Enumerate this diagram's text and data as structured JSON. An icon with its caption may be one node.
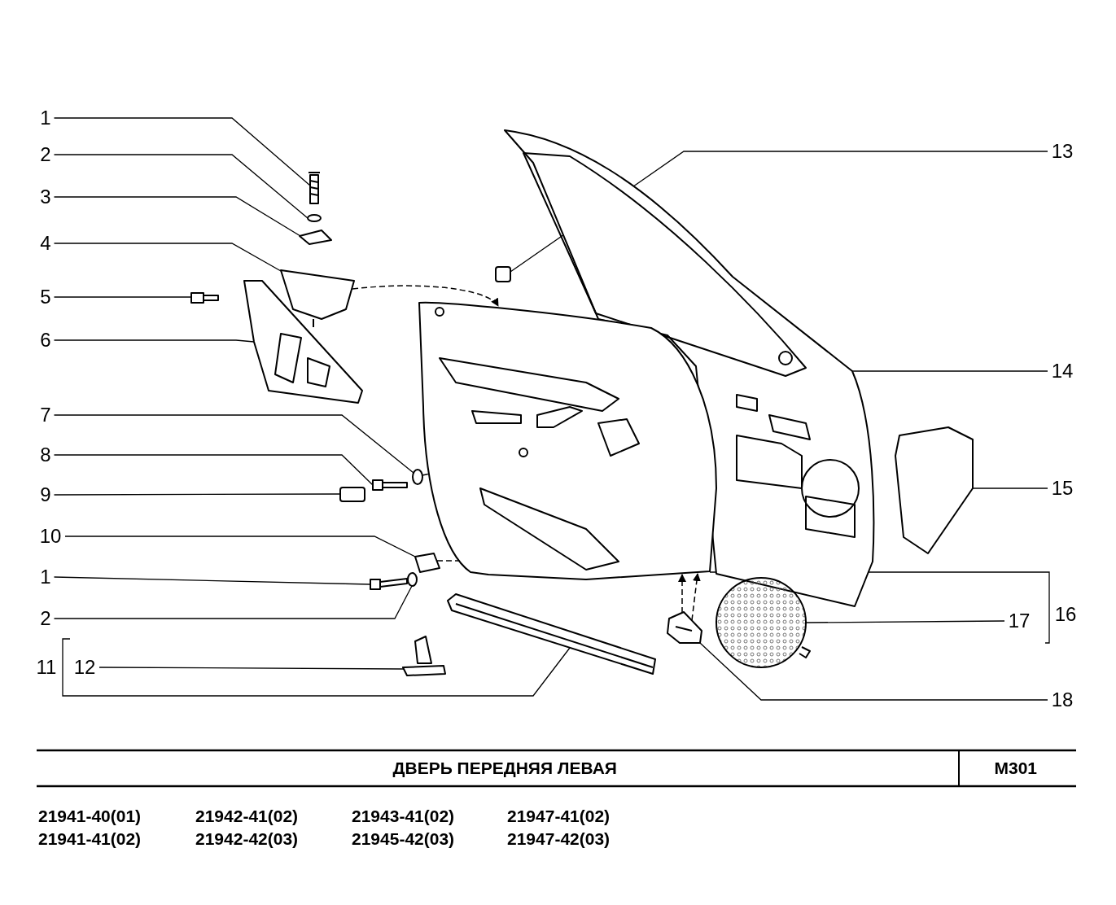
{
  "diagram": {
    "title": "ДВЕРЬ ПЕРЕДНЯЯ ЛЕВАЯ",
    "nodes": [
      {
        "text": [
          "1"
        ]
      },
      {
        "text": [
          "2"
        ]
      },
      {
        "text": [
          "3"
        ]
      },
      {
        "text": [
          "4"
        ]
      },
      {
        "text": [
          "5"
        ]
      },
      {
        "text": [
          "6"
        ]
      },
      {
        "text": [
          "7"
        ]
      },
      {
        "text": [
          "8"
        ]
      },
      {
        "text": [
          "9"
        ]
      },
      {
        "text": [
          "10"
        ]
      },
      {
        "text": [
          "1"
        ]
      },
      {
        "text": [
          "2"
        ]
      },
      {
        "text": [
          "11"
        ]
      },
      {
        "text": [
          "12"
        ]
      },
      {
        "text": [
          "13"
        ]
      },
      {
        "text": [
          "14"
        ]
      },
      {
        "text": [
          "15"
        ]
      },
      {
        "text": [
          "17"
        ]
      },
      {
        "text": [
          "16"
        ]
      },
      {
        "text": [
          "18"
        ]
      },
      {
        "text": [],
        "shape": "picture"
      },
      {
        "text": [],
        "shape": "circle"
      },
      {
        "text": [],
        "shape": "picture"
      },
      {
        "text": [],
        "shape": "picture"
      },
      {
        "text": [],
        "shape": "picture"
      },
      {
        "text": [],
        "shape": "picture"
      },
      {
        "text": [],
        "shape": "box"
      },
      {
        "text": [],
        "shape": "picture"
      },
      {
        "text": [],
        "shape": "picture"
      },
      {
        "text": [],
        "shape": "circle"
      },
      {
        "text": [],
        "shape": "picture"
      },
      {
        "text": [],
        "shape": "box"
      },
      {
        "text": [],
        "shape": "picture"
      },
      {
        "text": [],
        "shape": "picture"
      },
      {
        "text": [],
        "shape": "picture"
      },
      {
        "text": [],
        "shape": "circle"
      },
      {
        "text": [],
        "shape": "picture"
      },
      {
        "text": [],
        "shape": "picture"
      },
      {
        "text": [],
        "shape": "circle"
      },
      {
        "text": [],
        "shape": "picture"
      }
    ],
    "edges": [
      {
        "from": 0,
        "to": 20,
        "arrow": "none"
      },
      {
        "from": 1,
        "to": 21,
        "arrow": "none"
      },
      {
        "from": 2,
        "to": 22,
        "arrow": "none"
      },
      {
        "from": 3,
        "to": 23,
        "arrow": "none"
      },
      {
        "from": 4,
        "to": 24,
        "arrow": "none"
      },
      {
        "from": 5,
        "to": 25,
        "arrow": "none"
      },
      {
        "from": 6,
        "to": 29,
        "arrow": "none"
      },
      {
        "from": 7,
        "to": 30,
        "arrow": "none"
      },
      {
        "from": 8,
        "to": 31,
        "arrow": "none"
      },
      {
        "from": 9,
        "to": 33,
        "arrow": "none"
      },
      {
        "from": 10,
        "to": 34,
        "arrow": "none"
      },
      {
        "from": 11,
        "to": 35,
        "arrow": "none"
      },
      {
        "from": 12,
        "to": 36,
        "arrow": "none"
      },
      {
        "from": 13,
        "to": 39,
        "arrow": "none"
      },
      {
        "from": 14,
        "to": 26,
        "arrow": "none"
      },
      {
        "from": 15,
        "to": 27,
        "arrow": "none"
      },
      {
        "from": 16,
        "to": 32,
        "arrow": "none"
      },
      {
        "from": 17,
        "to": 38,
        "arrow": "none"
      },
      {
        "from": 18,
        "to": 28,
        "arrow": "none"
      },
      {
        "from": 19,
        "to": 37,
        "arrow": "none"
      },
      {
        "from": 23,
        "to": 28,
        "arrow": "to",
        "style": "dashed"
      },
      {
        "from": 37,
        "to": 28,
        "arrow": "to",
        "style": "dashed"
      },
      {
        "from": 37,
        "to": 28,
        "arrow": "to",
        "style": "dashed"
      },
      {
        "from": 29,
        "to": 28,
        "arrow": "none",
        "style": "dashed"
      },
      {
        "from": 33,
        "to": 28,
        "arrow": "none",
        "style": "dashed"
      }
    ],
    "labels": [
      "M301",
      "21941-40(01)",
      "21942-41(02)",
      "21943-41(02)",
      "21947-41(02)",
      "21941-41(02)",
      "21942-42(03)",
      "21945-42(03)",
      "21947-42(03)"
    ]
  }
}
